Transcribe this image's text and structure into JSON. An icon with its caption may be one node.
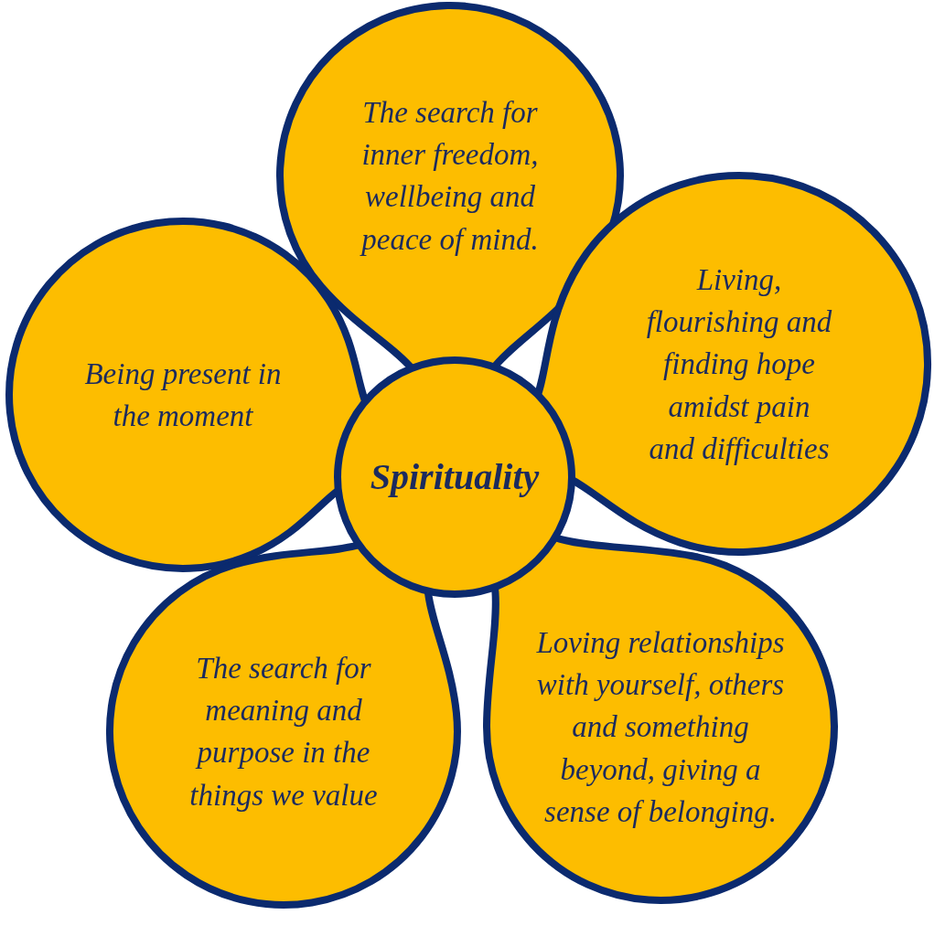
{
  "diagram": {
    "nodes": [
      {
        "text": [
          "The search for inner freedom, wellbeing and peace of mind."
        ]
      },
      {
        "text": [
          "Living, flourishing and finding hope amidst pain and difficulties"
        ]
      },
      {
        "text": [
          "Being present in the moment"
        ]
      },
      {
        "text": [
          "Spirituality"
        ]
      },
      {
        "text": [
          "The search for meaning and purpose in the things we value"
        ]
      },
      {
        "text": [
          "Loving relationships with yourself, others and something beyond, giving a sense of belonging."
        ]
      }
    ]
  }
}
